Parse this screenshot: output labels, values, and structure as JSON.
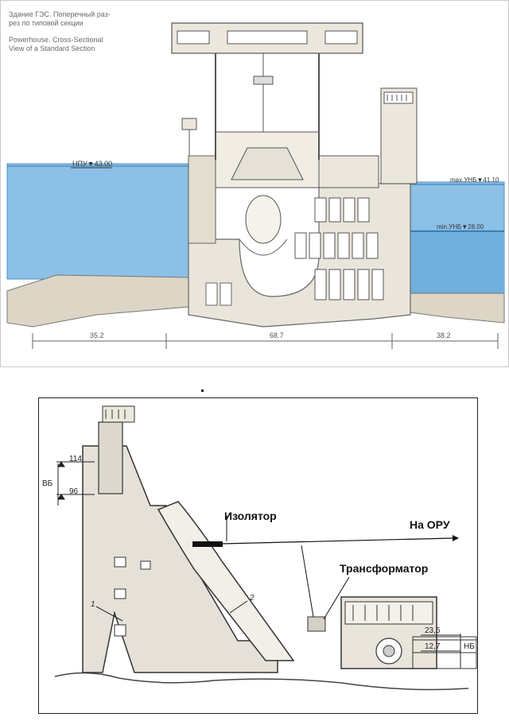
{
  "top": {
    "caption_ru_1": "Здание ГЭС. Поперечный раз-",
    "caption_ru_2": "рез по типовой секции",
    "caption_en_1": "Powerhouse. Cross-Sectional",
    "caption_en_2": "View of a Standard Section",
    "level_npu": "НПУ▼43.00",
    "level_max_nb": "max.УНБ▼41.10",
    "level_min_nb": "min.УНБ▼28.00",
    "dim_left": "35.2",
    "dim_mid": "68.7",
    "dim_right": "38.2"
  },
  "bottom": {
    "label_insulator": "Изолятор",
    "label_oru": "На ОРУ",
    "label_transformer": "Трансформатор",
    "level_114": "114",
    "level_96": "96",
    "level_vb": "ВБ",
    "level_235": "23,5",
    "level_127": "12,7",
    "level_nb": "НБ",
    "num_1": "1",
    "num_2": "2"
  },
  "colors": {
    "water": "#8cc0e6",
    "water_edge": "#4e8fc4",
    "concrete": "#e8e3d8",
    "line": "#555555"
  }
}
